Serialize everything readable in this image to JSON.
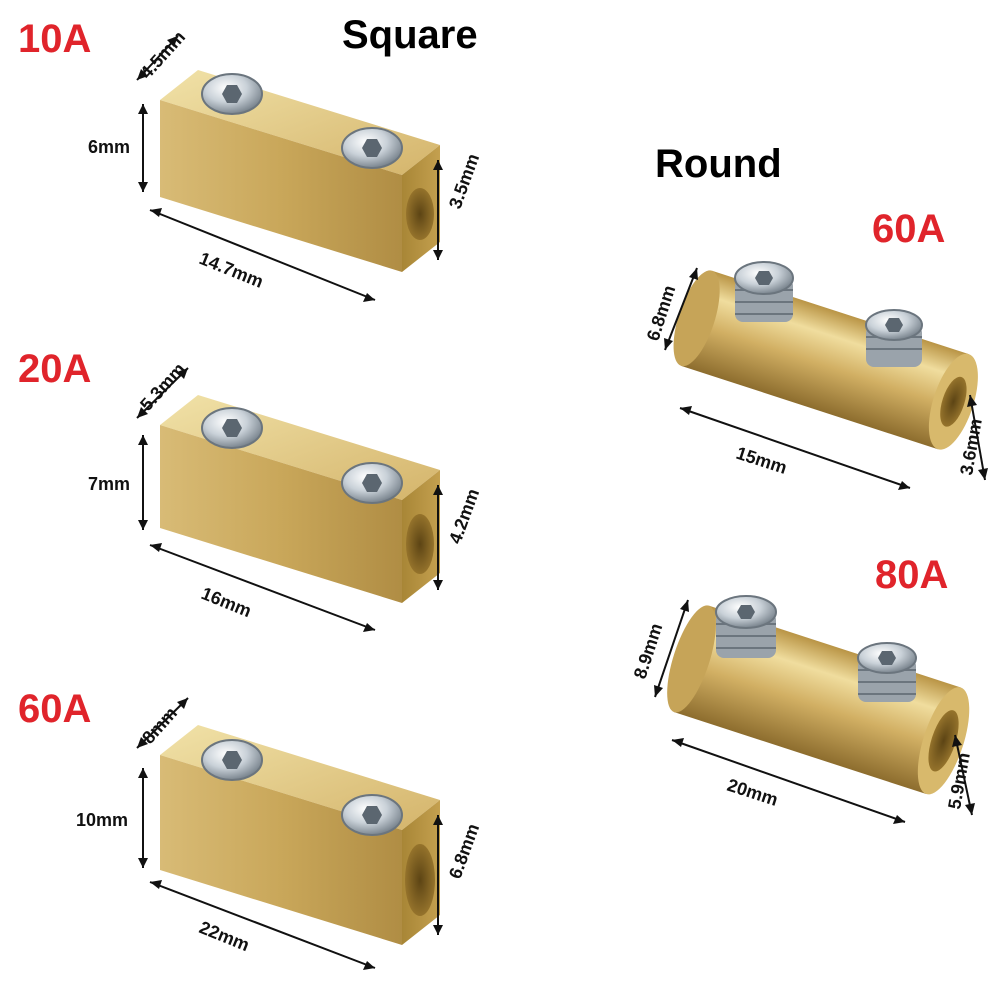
{
  "headings": {
    "square": "Square",
    "round": "Round"
  },
  "colors": {
    "brass": "#c9a75a",
    "brass_dark": "#8d6d2e",
    "brass_light": "#eedc9e",
    "amp_label": "#e0242b",
    "screw": "#cfd6dc"
  },
  "square_connectors": [
    {
      "rating": "10A",
      "depth": "4.5mm",
      "height": "6mm",
      "length": "14.7mm",
      "hole": "3.5mm"
    },
    {
      "rating": "20A",
      "depth": "5.3mm",
      "height": "7mm",
      "length": "16mm",
      "hole": "4.2mm"
    },
    {
      "rating": "60A",
      "depth": "8mm",
      "height": "10mm",
      "length": "22mm",
      "hole": "6.8mm"
    }
  ],
  "round_connectors": [
    {
      "rating": "60A",
      "diameter": "6.8mm",
      "length": "15mm",
      "hole": "3.6mm"
    },
    {
      "rating": "80A",
      "diameter": "8.9mm",
      "length": "20mm",
      "hole": "5.9mm"
    }
  ]
}
